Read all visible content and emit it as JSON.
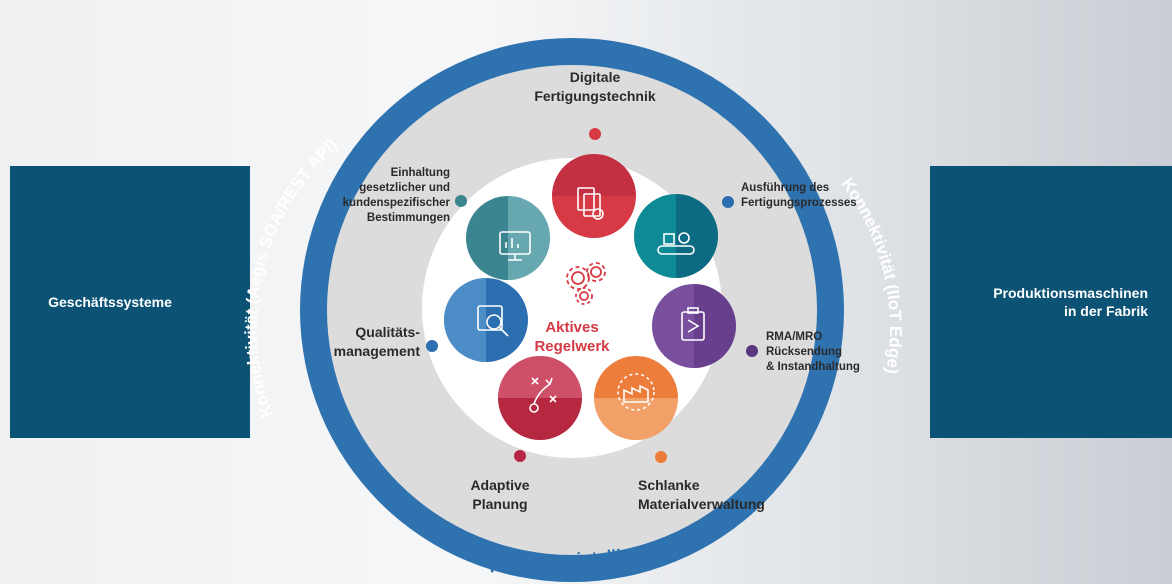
{
  "left_panel": {
    "label": "Geschäftssysteme"
  },
  "right_panel": {
    "label_line1": "Produktionsmaschinen",
    "label_line2": "in der Fabrik"
  },
  "ring": {
    "left_arc": "Konnektivität (Aegis SOA/REST API)",
    "right_arc": "Konnektivität (IIoT Edge)",
    "bottom_arc": "Fertigungsintelligenz"
  },
  "center": {
    "line1": "Aktives",
    "line2": "Regelwerk"
  },
  "segments": [
    {
      "key": "digital",
      "line1": "Digitale",
      "line2": "Fertigungstechnik",
      "color": "#d63a44",
      "icon": "documents-gear-icon"
    },
    {
      "key": "execution",
      "line1": "Ausführung des",
      "line2": "Fertigungsprozesses",
      "color": "#0e8a96",
      "icon": "conveyor-icon"
    },
    {
      "key": "rma",
      "line1": "RMA/MRO",
      "line2": "Rücksendung",
      "line3": "& Instandhaltung",
      "color": "#7a4f9e",
      "icon": "clipboard-flow-icon"
    },
    {
      "key": "lean",
      "line1": "Schlanke",
      "line2": "Materialverwaltung",
      "color": "#ec7d3a",
      "icon": "factory-signal-icon"
    },
    {
      "key": "planning",
      "line1": "Adaptive",
      "line2": "Planung",
      "color": "#b5283f",
      "icon": "strategy-icon"
    },
    {
      "key": "quality",
      "line1": "Qualitäts-",
      "line2": "management",
      "color": "#2c6fb0",
      "icon": "magnifier-box-icon"
    },
    {
      "key": "compliance",
      "line1": "Einhaltung",
      "line2": "gesetzlicher und",
      "line3": "kundenspezifischer",
      "line4": "Bestimmungen",
      "color": "#3a8590",
      "icon": "monitor-chart-icon"
    }
  ]
}
